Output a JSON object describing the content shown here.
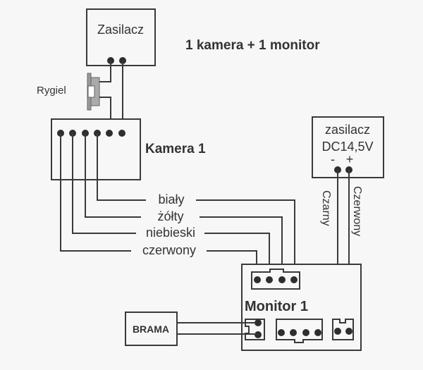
{
  "title": "1 kamera + 1 monitor",
  "power_supply_top": {
    "label": "Zasilacz"
  },
  "lock": {
    "label": "Rygiel"
  },
  "camera": {
    "label": "Kamera 1"
  },
  "power_supply_dc": {
    "label_line1": "zasilacz",
    "label_line2": "DC14,5V",
    "minus": "-",
    "plus": "+"
  },
  "wires_camera_monitor": [
    {
      "label": "biały"
    },
    {
      "label": "żółty"
    },
    {
      "label": "niebieski"
    },
    {
      "label": "czerwony"
    }
  ],
  "wires_dc": {
    "minus_label": "Czarny",
    "plus_label": "Czerwony"
  },
  "monitor": {
    "label": "Monitor 1"
  },
  "gate": {
    "label": "BRAMA"
  }
}
